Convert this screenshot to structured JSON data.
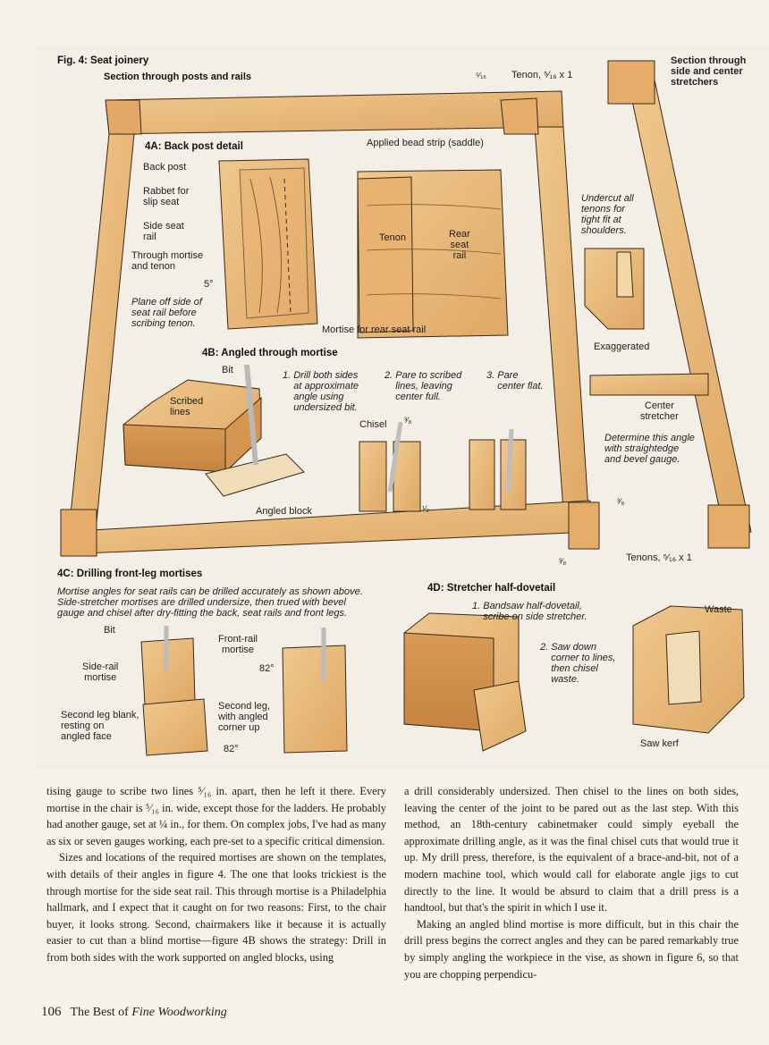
{
  "figure": {
    "title": "Fig. 4: Seat joinery",
    "subtitle": "Section through posts and rails",
    "labels": {
      "tenon_top": "Tenon, ⁵⁄₁₆ x 1",
      "tenon_top_dim": "⁵⁄₁₆",
      "section_stretchers": "Section through\nside and center\nstretchers",
      "undercut": "Undercut all\ntenons for\ntight fit at\nshoulders.",
      "exaggerated": "Exaggerated",
      "center_stretcher": "Center\nstretcher",
      "determine_angle": "Determine this angle\nwith straightedge\nand bevel gauge.",
      "dim_right": "³⁄₈",
      "dim_bottom": "³⁄₈",
      "tenons_bottom": "Tenons, ⁵⁄₁₆ x 1"
    },
    "a4": {
      "title": "4A: Back post detail",
      "back_post": "Back post",
      "rabbet": "Rabbet for\nslip seat",
      "side_seat_rail": "Side seat\nrail",
      "through_mortise": "Through mortise\nand tenon",
      "angle": "5°",
      "plane_off": "Plane off side of\nseat rail before\nscribing tenon.",
      "applied_bead": "Applied bead strip (saddle)",
      "tenon": "Tenon",
      "rear_seat_rail": "Rear\nseat\nrail",
      "mortise_rear": "Mortise for rear seat rail"
    },
    "b4": {
      "title": "4B: Angled through mortise",
      "bit": "Bit",
      "scribed_lines": "Scribed\nlines",
      "angled_block": "Angled block",
      "step1": "1. Drill both sides\n    at approximate\n    angle using\n    undersized bit.",
      "step2": "2. Pare to scribed\n    lines, leaving\n    center full.",
      "step3": "3. Pare\n    center flat.",
      "chisel": "Chisel",
      "dim_38": "³⁄₈",
      "dim_12": "¹⁄₂"
    },
    "c4": {
      "title": "4C: Drilling front-leg mortises",
      "caption": "Mortise angles for seat rails can be drilled accurately as shown above.\nSide-stretcher mortises are drilled undersize, then trued with bevel\ngauge and chisel after dry-fitting the back, seat rails and front legs.",
      "bit": "Bit",
      "side_rail_mortise": "Side-rail\nmortise",
      "second_leg_blank": "Second leg blank,\nresting on\nangled face",
      "front_rail_mortise": "Front-rail\nmortise",
      "angle_a": "82°",
      "second_leg": "Second leg,\nwith angled\ncorner up",
      "angle_b": "82°"
    },
    "d4": {
      "title": "4D: Stretcher half-dovetail",
      "step1": "1. Bandsaw half-dovetail,\n    scribe on side stretcher.",
      "step2": "2. Saw down\n    corner to lines,\n    then chisel\n    waste.",
      "waste": "Waste",
      "saw_kerf": "Saw kerf"
    }
  },
  "body": {
    "left_p1": "tising gauge to scribe two lines ⁵⁄₁₆ in. apart, then he left it there. Every mortise in the chair is ⁵⁄₁₆ in. wide, except those for the ladders. He probably had another gauge, set at ¼ in., for them. On complex jobs, I've had as many as six or seven gauges working, each pre-set to a specific critical dimension.",
    "left_p2": "Sizes and locations of the required mortises are shown on the templates, with details of their angles in figure 4. The one that looks trickiest is the through mortise for the side seat rail. This through mortise is a Philadelphia hallmark, and I expect that it caught on for two reasons: First, to the chair buyer, it looks strong. Second, chairmakers like it because it is actually easier to cut than a blind mortise—figure 4B shows the strategy: Drill in from both sides with the work supported on angled blocks, using",
    "right_p1": "a drill considerably undersized. Then chisel to the lines on both sides, leaving the center of the joint to be pared out as the last step. With this method, an 18th-century cabinetmaker could simply eyeball the approximate drilling angle, as it was the final chisel cuts that would true it up. My drill press, therefore, is the equivalent of a brace-and-bit, not of a modern machine tool, which would call for elaborate angle jigs to cut directly to the line. It would be absurd to claim that a drill press is a handtool, but that's the spirit in which I use it.",
    "right_p2": "Making an angled blind mortise is more difficult, but in this chair the drill press begins the correct angles and they can be pared remarkably true by simply angling the workpiece in the vise, as shown in figure 6, so that you are chopping perpendicu-"
  },
  "footer": {
    "page_number": "106",
    "book_prefix": "The Best of ",
    "book_title": "Fine Woodworking"
  },
  "colors": {
    "wood": "#e9b777",
    "wood_dark": "#c98d4a",
    "wood_light": "#f2cf9a",
    "paper": "#f6f2ea",
    "ink": "#222222"
  }
}
